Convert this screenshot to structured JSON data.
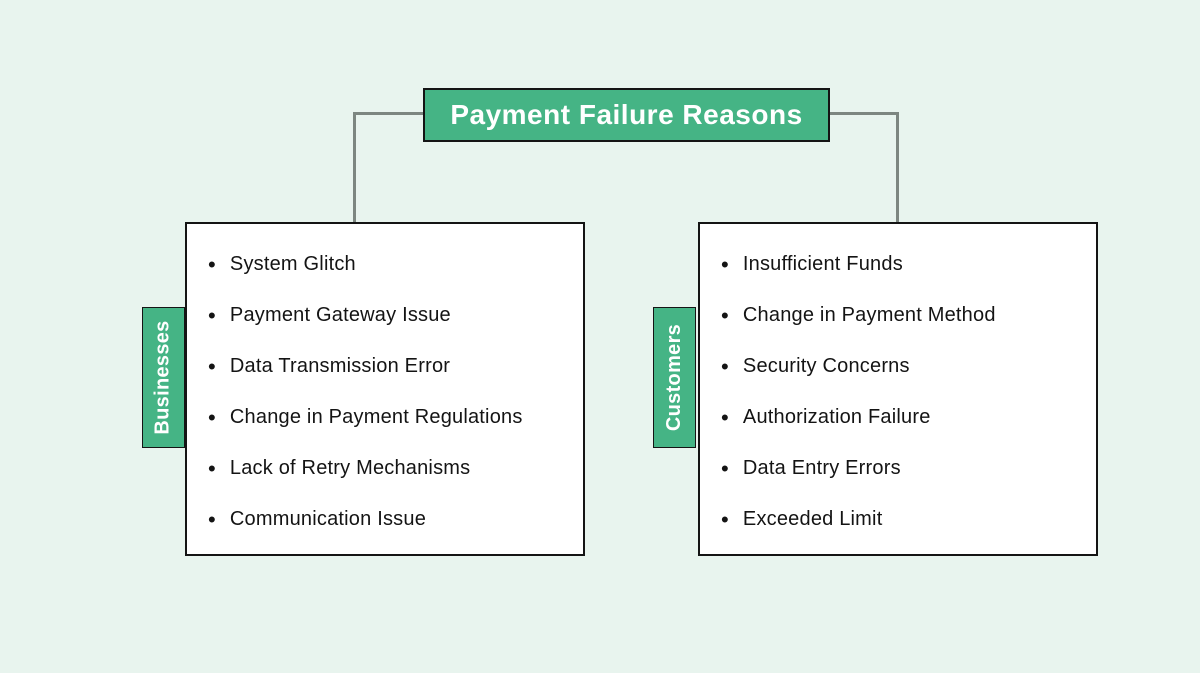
{
  "title": {
    "label": "Payment Failure Reasons"
  },
  "colors": {
    "background": "#e8f4ee",
    "accent_green": "#45b485",
    "connector_gray": "#7c8680",
    "box_border": "#141414",
    "text_dark": "#141414",
    "text_light": "#ffffff"
  },
  "groups": [
    {
      "label": "Businesses",
      "items": [
        "System Glitch",
        "Payment Gateway Issue",
        "Data Transmission Error",
        "Change in Payment Regulations",
        "Lack of Retry Mechanisms",
        "Communication Issue"
      ]
    },
    {
      "label": "Customers",
      "items": [
        "Insufficient Funds",
        "Change in Payment Method",
        "Security Concerns",
        "Authorization Failure",
        "Data Entry Errors",
        "Exceeded Limit"
      ]
    }
  ]
}
